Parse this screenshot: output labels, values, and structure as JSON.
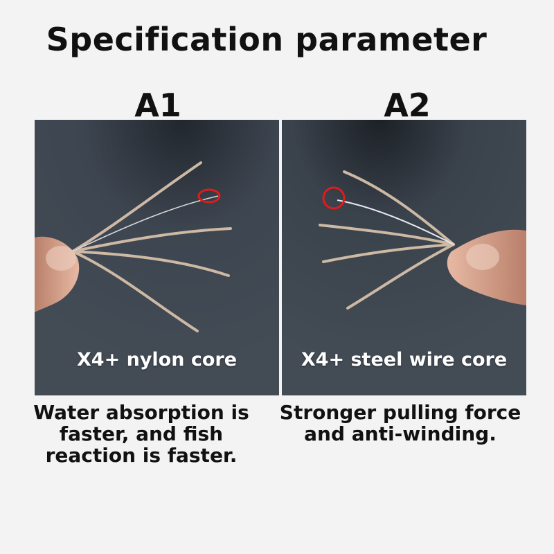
{
  "title": "Specification parameter",
  "variants": [
    {
      "label": "A1",
      "caption": "X4+ nylon core",
      "description": [
        "Water absorption is",
        "faster, and fish",
        "reaction is faster."
      ]
    },
    {
      "label": "A2",
      "caption": "X4+ steel wire core",
      "description": [
        "Stronger pulling force",
        "and anti-winding."
      ]
    }
  ],
  "colors": {
    "background": "#f3f3f3",
    "photo_background": "#3c434d",
    "highlight_circle": "#e01b1b",
    "braid_strand": "#cdb9a4"
  }
}
